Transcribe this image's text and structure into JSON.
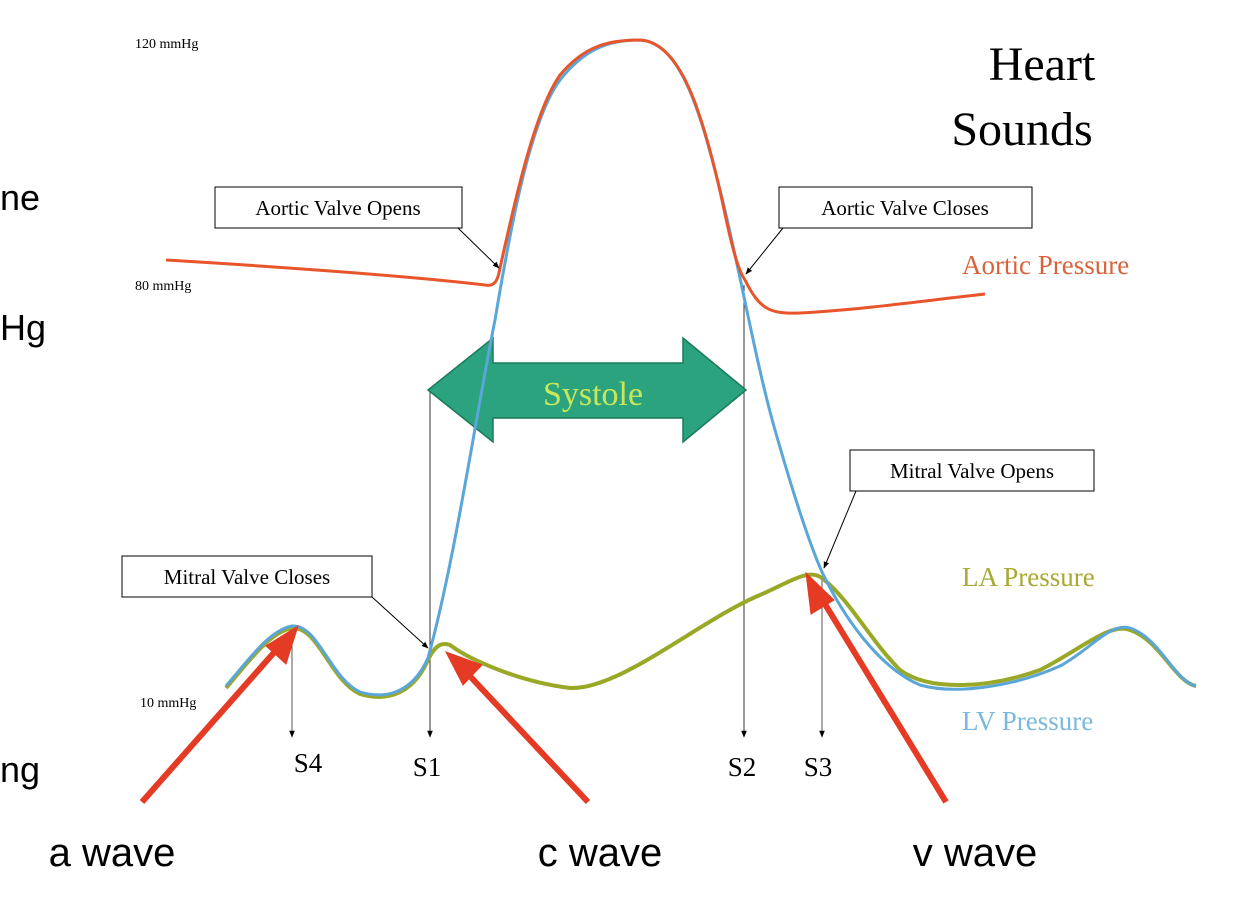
{
  "title": [
    "Heart",
    "Sounds"
  ],
  "clipped_text": [
    "ne",
    "Hg",
    "ng"
  ],
  "pressure_labels": {
    "p120": "120 mmHg",
    "p80": "80 mmHg",
    "p10": "10 mmHg"
  },
  "callouts": {
    "aortic_opens": "Aortic Valve Opens",
    "aortic_closes": "Aortic Valve Closes",
    "mitral_opens": "Mitral Valve Opens",
    "mitral_closes": "Mitral Valve Closes"
  },
  "systole_label": "Systole",
  "legend": {
    "aortic": "Aortic Pressure",
    "la": "LA Pressure",
    "lv": "LV Pressure"
  },
  "sounds": [
    "S4",
    "S1",
    "S2",
    "S3"
  ],
  "waves": [
    "a wave",
    "c wave",
    "v wave"
  ],
  "colors": {
    "aortic": "#e8552a",
    "lv": "#5aa6d8",
    "la": "#9aa828",
    "systole_fill": "#2aa37e",
    "systole_text": "#c8e65a",
    "arrow": "#e53a24",
    "legend_aortic": "#d9623a",
    "legend_la": "#a8a832",
    "legend_lv": "#7ab8dc"
  }
}
